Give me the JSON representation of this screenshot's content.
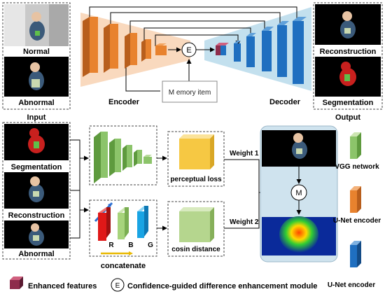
{
  "input_panel": {
    "normal_label": "Normal",
    "abnormal_label": "Abnormal",
    "title": "Input"
  },
  "autoencoder": {
    "encoder_label": "Encoder",
    "decoder_label": "Decoder",
    "memory_label": "M emory item",
    "enhance_symbol": "E"
  },
  "output_panel": {
    "reconstruction_label": "Reconstruction",
    "segmentation_label": "Segmentation",
    "title": "Output"
  },
  "lower_inputs": {
    "segmentation_label": "Segmentation",
    "reconstruction_label": "Reconstruction",
    "abnormal_label": "Abnormal"
  },
  "losses": {
    "perceptual_label": "perceptual loss",
    "cosine_label": "cosin distance",
    "weight1_label": "Weight 1",
    "weight2_label": "Weight 2",
    "merge_symbol": "M"
  },
  "concat": {
    "r_label": "R",
    "b_label": "B",
    "g_label": "G",
    "label": "concatenate"
  },
  "legend_right": {
    "vgg_label": "VGG network",
    "unet_enc_label": "U-Net encoder",
    "unet_enc2_label": "U-Net encoder"
  },
  "legend_bottom": {
    "enhanced_label": "Enhanced features",
    "module_symbol": "E",
    "module_label": "Confidence-guided difference enhancement module"
  },
  "colors": {
    "encoder_orange": "#E8822E",
    "decoder_blue": "#1F6FC0",
    "vgg_green": "#8CC46A",
    "perceptual_yellow": "#F6C843",
    "cosine_green": "#B5D68E",
    "enhanced_maroon": "#8E2D4C",
    "seg_red": "#C8201E",
    "panel_blue": "#CFE3EE"
  }
}
